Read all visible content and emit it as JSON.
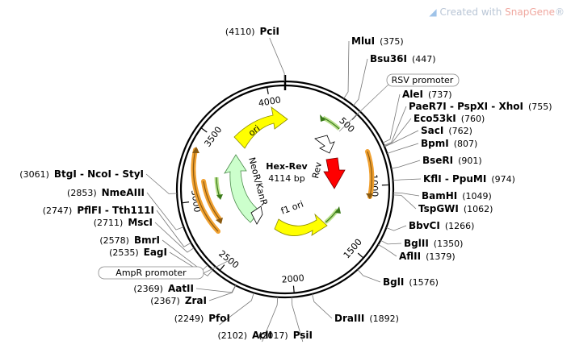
{
  "watermark": {
    "prefix": "Created with ",
    "brand": "SnapGene",
    "suffix": "®"
  },
  "plasmid": {
    "name": "Hex-Rev",
    "length_label": "4114 bp",
    "length": 4114
  },
  "ticks": [
    {
      "pos": 500,
      "label": "500"
    },
    {
      "pos": 1000,
      "label": "1000"
    },
    {
      "pos": 1500,
      "label": "1500"
    },
    {
      "pos": 2000,
      "label": "2000"
    },
    {
      "pos": 2500,
      "label": "2500"
    },
    {
      "pos": 3000,
      "label": "3000"
    },
    {
      "pos": 3500,
      "label": "3500"
    },
    {
      "pos": 4000,
      "label": "4000"
    }
  ],
  "sites_right": [
    {
      "name": "MluI",
      "pos": "(375)",
      "bp": 375
    },
    {
      "name": "Bsu36I",
      "pos": "(447)",
      "bp": 447
    },
    {
      "name": "AleI",
      "pos": "(737)",
      "bp": 737
    },
    {
      "name": "PaeR7I - PspXI - XhoI",
      "pos": "(755)",
      "bp": 755
    },
    {
      "name": "Eco53kI",
      "pos": "(760)",
      "bp": 760
    },
    {
      "name": "SacI",
      "pos": "(762)",
      "bp": 762
    },
    {
      "name": "BpmI",
      "pos": "(807)",
      "bp": 807
    },
    {
      "name": "BseRI",
      "pos": "(901)",
      "bp": 901
    },
    {
      "name": "KflI - PpuMI",
      "pos": "(974)",
      "bp": 974
    },
    {
      "name": "BamHI",
      "pos": "(1049)",
      "bp": 1049
    },
    {
      "name": "TspGWI",
      "pos": "(1062)",
      "bp": 1062
    },
    {
      "name": "BbvCI",
      "pos": "(1266)",
      "bp": 1266
    },
    {
      "name": "BglII",
      "pos": "(1350)",
      "bp": 1350
    },
    {
      "name": "AflII",
      "pos": "(1379)",
      "bp": 1379
    },
    {
      "name": "BglI",
      "pos": "(1576)",
      "bp": 1576
    },
    {
      "name": "DraIII",
      "pos": "(1892)",
      "bp": 1892
    }
  ],
  "sites_left": [
    {
      "name": "PciI",
      "pos": "(4110)",
      "bp": 4110
    },
    {
      "name": "BtgI - NcoI - StyI",
      "pos": "(3061)",
      "bp": 3061
    },
    {
      "name": "NmeAIII",
      "pos": "(2853)",
      "bp": 2853
    },
    {
      "name": "PflFI - Tth111I",
      "pos": "(2747)",
      "bp": 2747
    },
    {
      "name": "MscI",
      "pos": "(2711)",
      "bp": 2711
    },
    {
      "name": "BmrI",
      "pos": "(2578)",
      "bp": 2578
    },
    {
      "name": "EagI",
      "pos": "(2535)",
      "bp": 2535
    },
    {
      "name": "AatII",
      "pos": "(2369)",
      "bp": 2369
    },
    {
      "name": "ZraI",
      "pos": "(2367)",
      "bp": 2367
    },
    {
      "name": "PfoI",
      "pos": "(2249)",
      "bp": 2249
    },
    {
      "name": "AclI",
      "pos": "(2102)",
      "bp": 2102
    },
    {
      "name": "PsiI",
      "pos": "(2017)",
      "bp": 2017
    }
  ],
  "promoters": [
    {
      "label": "RSV promoter",
      "color": "#ffffff"
    },
    {
      "label": "AmpR promoter",
      "color": "#ffffff"
    }
  ],
  "features": [
    {
      "label": "ori",
      "color": "#ffff00"
    },
    {
      "label": "NeoR/KanR",
      "color": "#ccffcc"
    },
    {
      "label": "Rev",
      "color": "#ff0000"
    },
    {
      "label": "f1 ori",
      "color": "#ffff00"
    }
  ],
  "colors": {
    "backbone": "#000000",
    "orf_orange": "#f0a030",
    "primer_green": "#6ab04c"
  }
}
